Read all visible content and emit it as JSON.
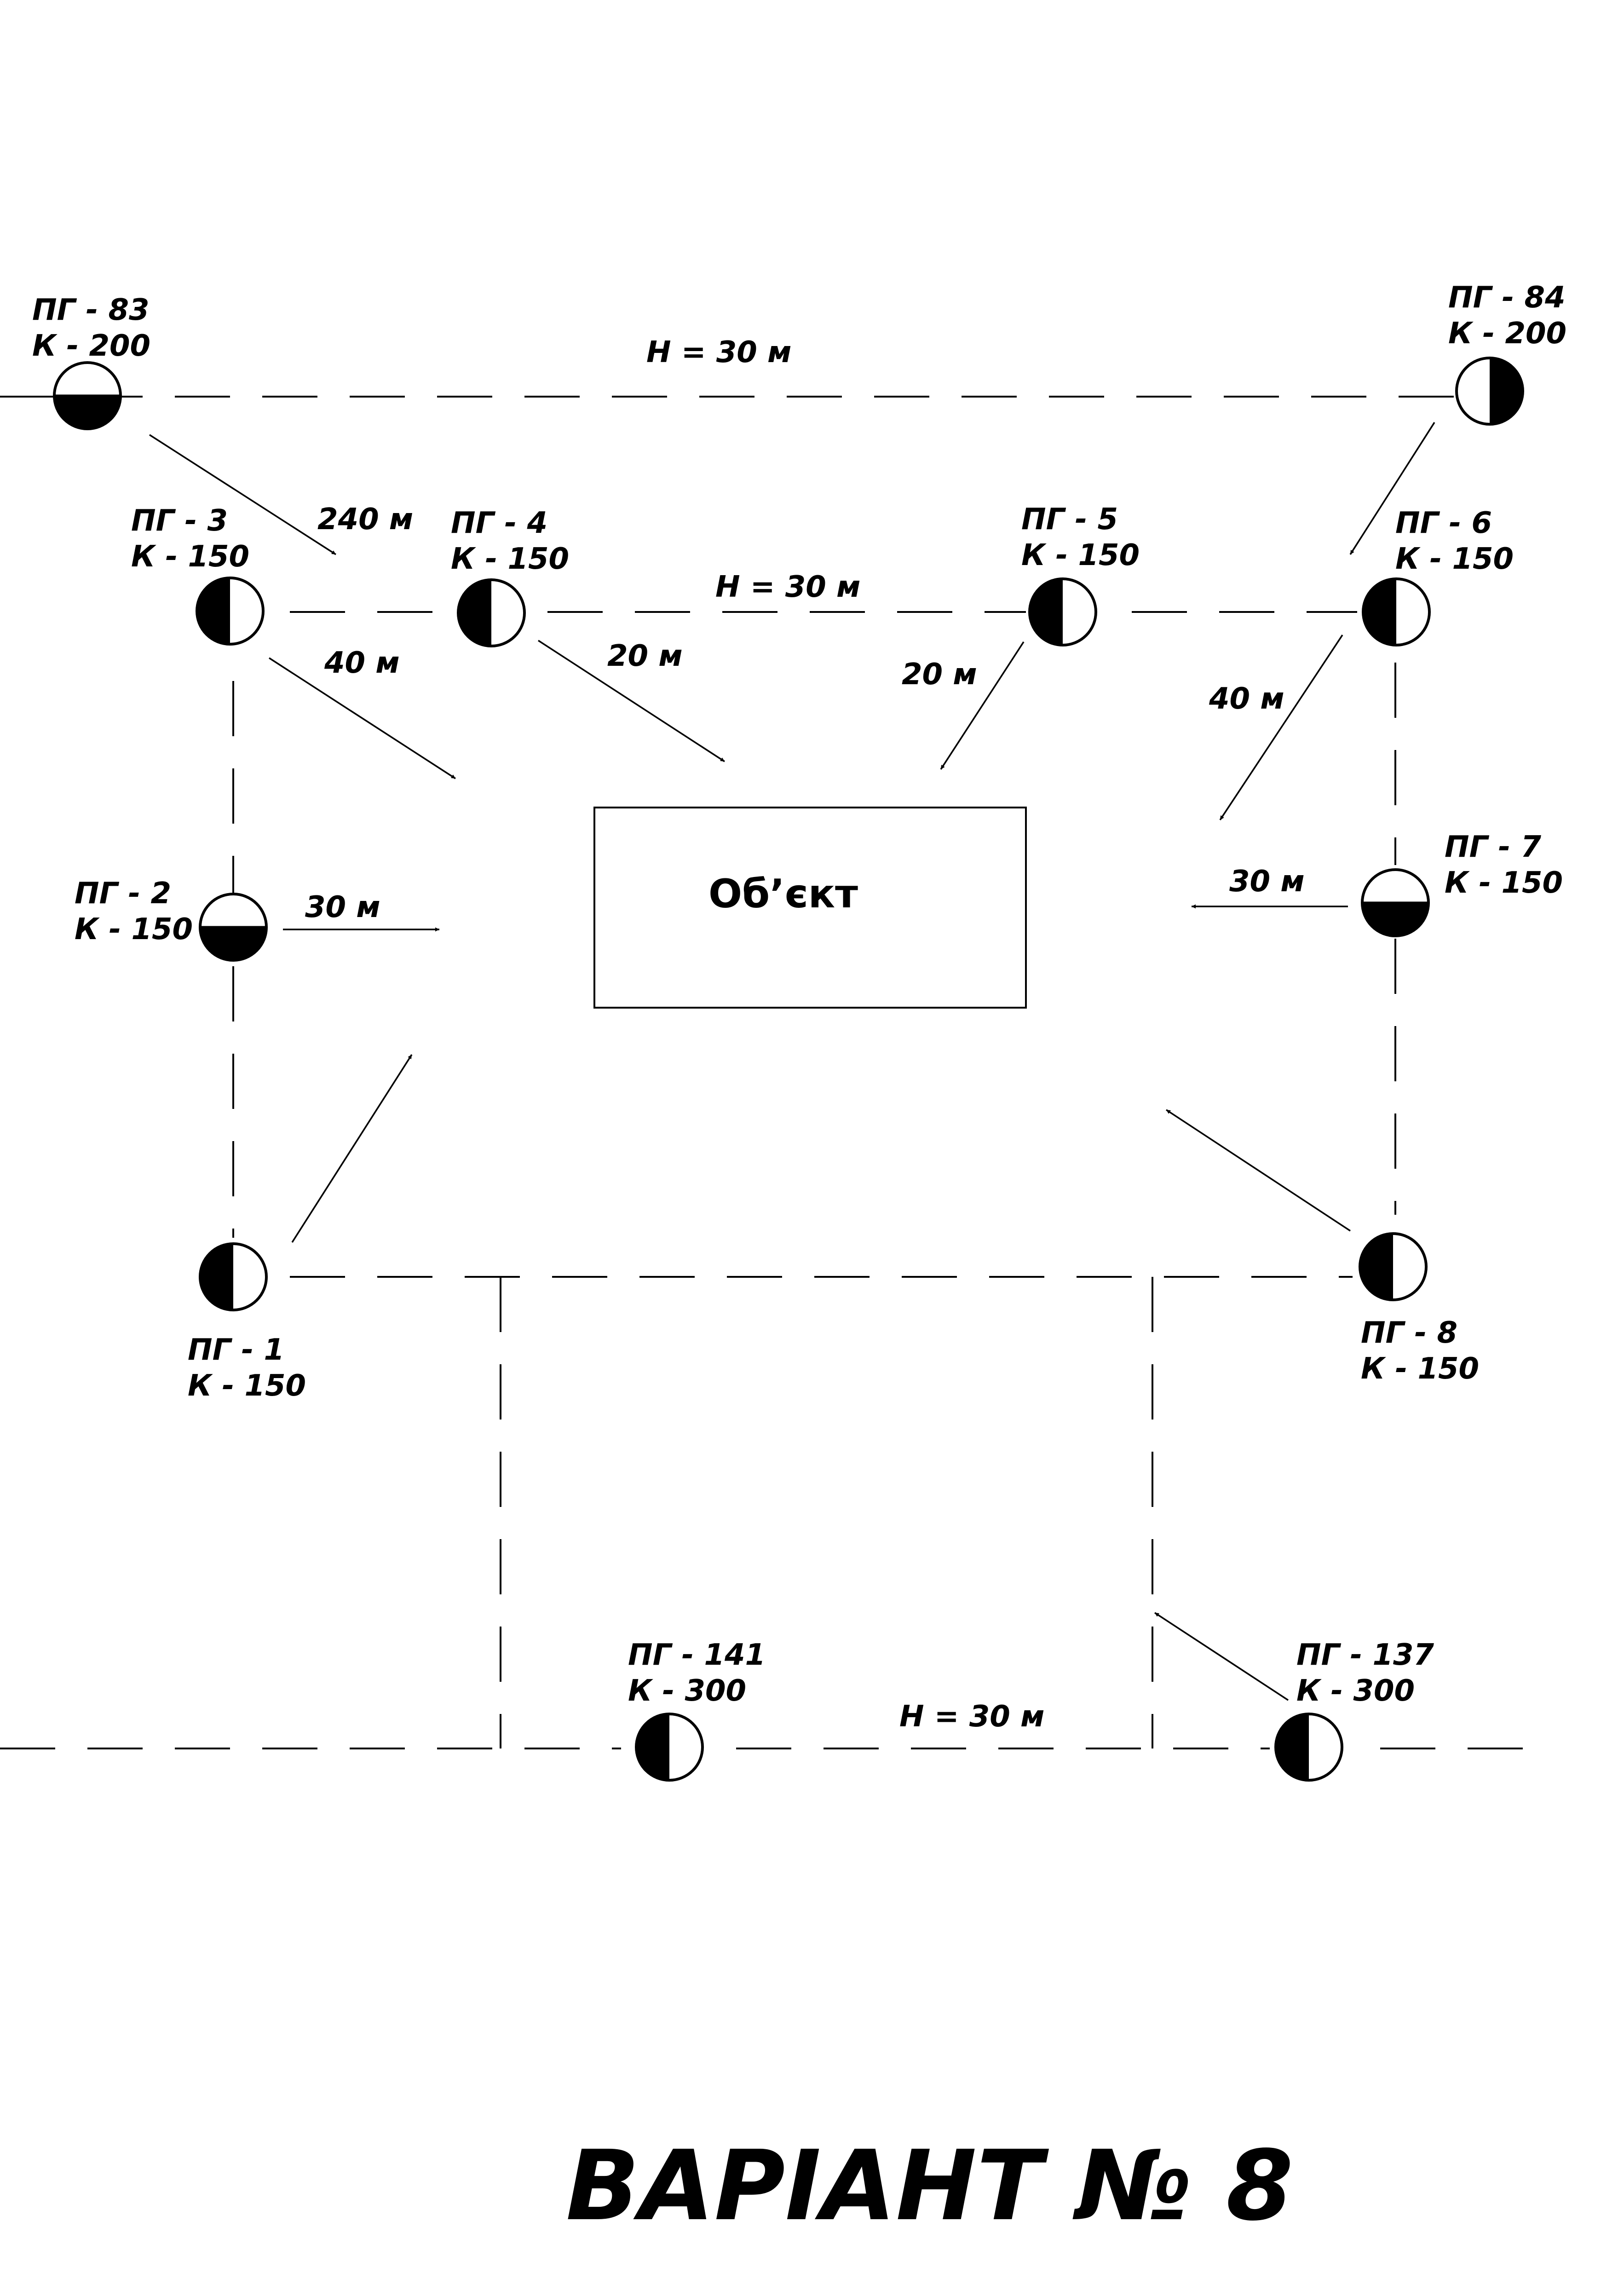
{
  "object_label": "Об’єкт",
  "title": "ВАРІАНТ № 8",
  "pressure_labels": [
    "H = 30 м",
    "H = 30 м",
    "H = 30 м"
  ],
  "hydrants": [
    {
      "id": "pg83",
      "name": "ПГ - 83",
      "k": "К - 200",
      "fill": "bottom"
    },
    {
      "id": "pg84",
      "name": "ПГ - 84",
      "k": "К - 200",
      "fill": "right"
    },
    {
      "id": "pg3",
      "name": "ПГ - 3",
      "k": "К - 150",
      "fill": "left"
    },
    {
      "id": "pg4",
      "name": "ПГ - 4",
      "k": "К - 150",
      "fill": "left"
    },
    {
      "id": "pg5",
      "name": "ПГ - 5",
      "k": "К - 150",
      "fill": "left"
    },
    {
      "id": "pg6",
      "name": "ПГ - 6",
      "k": "К - 150",
      "fill": "left"
    },
    {
      "id": "pg2",
      "name": "ПГ - 2",
      "k": "К - 150",
      "fill": "bottom"
    },
    {
      "id": "pg7",
      "name": "ПГ - 7",
      "k": "К - 150",
      "fill": "bottom"
    },
    {
      "id": "pg1",
      "name": "ПГ - 1",
      "k": "К - 150",
      "fill": "left"
    },
    {
      "id": "pg8",
      "name": "ПГ - 8",
      "k": "К - 150",
      "fill": "left"
    },
    {
      "id": "pg141",
      "name": "ПГ - 141",
      "k": "К - 300",
      "fill": "left"
    },
    {
      "id": "pg137",
      "name": "ПГ - 137",
      "k": "К - 300",
      "fill": "left"
    }
  ],
  "distances": [
    {
      "id": "pg83",
      "text": "240 м"
    },
    {
      "id": "pg3",
      "text": "40 м"
    },
    {
      "id": "pg4",
      "text": "20 м"
    },
    {
      "id": "pg5",
      "text": "20 м"
    },
    {
      "id": "pg6",
      "text": "40 м"
    },
    {
      "id": "pg2",
      "text": "30 м"
    },
    {
      "id": "pg7",
      "text": "30 м"
    }
  ]
}
